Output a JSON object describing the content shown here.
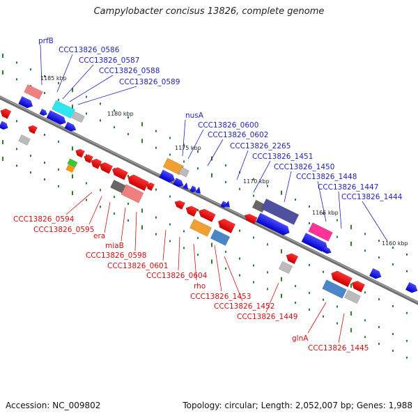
{
  "title": "Campylobacter concisus 13826, complete genome",
  "footer": {
    "accession": "Accession: NC_009802",
    "summary": "Topology: circular; Length: 2,052,007 bp; Genes: 1,988"
  },
  "colors": {
    "label_forward": "#1f1fbf",
    "label_reverse": "#d01010",
    "backbone": "#777777",
    "tick": "#2e7d2e"
  },
  "scale_labels": [
    "1185 kbp",
    "1180 kbp",
    "1175 kbp",
    "1170 kbp",
    "1165 kbp",
    "1160 kbp"
  ],
  "labels_top": [
    "prfB",
    "CCC13826_0586",
    "CCC13826_0587",
    "CCC13826_0588",
    "CCC13826_0589",
    "nusA",
    "CCC13826_0600",
    "CCC13826_0602",
    "CCC13826_2265",
    "CCC13826_1451",
    "CCC13826_1450",
    "CCC13826_1448",
    "CCC13826_1447",
    "CCC13826_1444"
  ],
  "labels_bottom": [
    "CCC13826_0594",
    "CCC13826_0595",
    "era",
    "miaB",
    "CCC13826_0598",
    "CCC13826_0601",
    "CCC13826_0604",
    "rho",
    "CCC13826_1453",
    "CCC13826_1452",
    "CCC13826_1449",
    "glnA",
    "CCC13826_1445"
  ]
}
